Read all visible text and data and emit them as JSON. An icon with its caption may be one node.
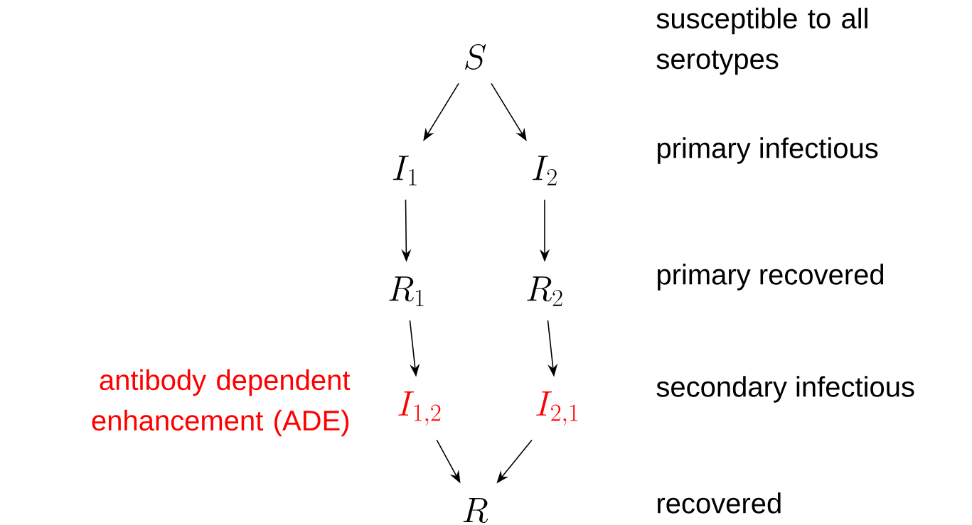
{
  "diagram": {
    "nodes": [
      {
        "text": [
          "S"
        ]
      },
      {
        "text": [
          "I_1"
        ]
      },
      {
        "text": [
          "I_2"
        ]
      },
      {
        "text": [
          "R_1"
        ]
      },
      {
        "text": [
          "R_2"
        ]
      },
      {
        "text": [
          "I_{1,2}"
        ]
      },
      {
        "text": [
          "I_{2,1}"
        ]
      },
      {
        "text": [
          "R"
        ]
      }
    ],
    "edges": [
      {
        "from": 0,
        "to": 1,
        "arrow": "to"
      },
      {
        "from": 0,
        "to": 2,
        "arrow": "to"
      },
      {
        "from": 1,
        "to": 3,
        "arrow": "to"
      },
      {
        "from": 2,
        "to": 4,
        "arrow": "to"
      },
      {
        "from": 3,
        "to": 5,
        "arrow": "to"
      },
      {
        "from": 4,
        "to": 6,
        "arrow": "to"
      },
      {
        "from": 5,
        "to": 7,
        "arrow": "to"
      },
      {
        "from": 6,
        "to": 7,
        "arrow": "to"
      }
    ],
    "labels": [
      "susceptible to all serotypes",
      "primary infectious",
      "primary recovered",
      "antibody dependent enhancement (ADE)",
      "secondary infectious",
      "recovered"
    ]
  }
}
